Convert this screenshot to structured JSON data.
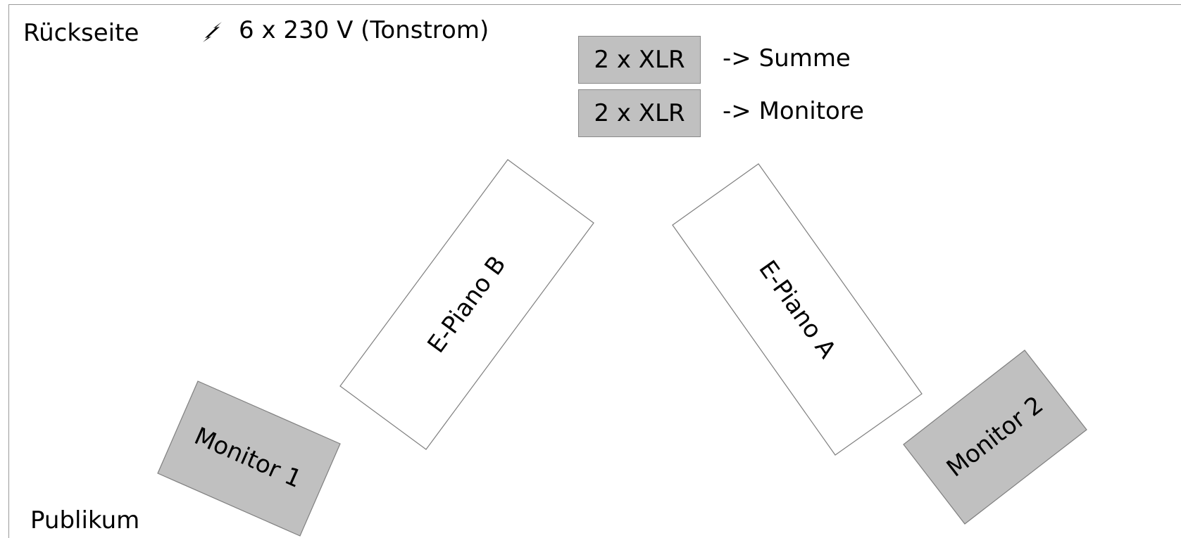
{
  "labels": {
    "back": "Rückseite",
    "power": "6 x 230 V (Tonstrom)",
    "audience": "Publikum"
  },
  "connectors": [
    {
      "box": "2 x XLR",
      "target": "-> Summe"
    },
    {
      "box": "2 x XLR",
      "target": "-> Monitore"
    }
  ],
  "instruments": {
    "piano_b": "E-Piano B",
    "piano_a": "E-Piano A"
  },
  "monitors": {
    "monitor_1": "Monitor 1",
    "monitor_2": "Monitor 2"
  },
  "colors": {
    "monitor_fill": "#c0c0c0",
    "xlr_fill": "#c0c0c0",
    "outline": "#808080"
  },
  "icons": {
    "power": "lightning-bolt-icon"
  }
}
